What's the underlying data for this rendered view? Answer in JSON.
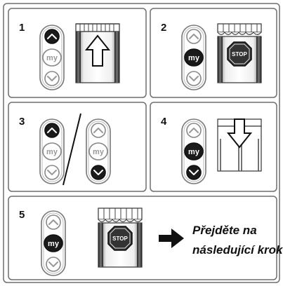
{
  "steps": [
    {
      "number": "1",
      "pressed_buttons": [
        "up"
      ],
      "icons": [
        "remote-control",
        "awning-arrow-up"
      ]
    },
    {
      "number": "2",
      "pressed_buttons": [
        "my"
      ],
      "icons": [
        "remote-control",
        "awning-stop-sign"
      ]
    },
    {
      "number": "3",
      "pressed_buttons": [
        "up",
        "down"
      ],
      "icons": [
        "remote-control",
        "slash-divider",
        "remote-control"
      ]
    },
    {
      "number": "4",
      "pressed_buttons": [
        "my",
        "down"
      ],
      "icons": [
        "remote-control",
        "awning-arrow-down"
      ]
    },
    {
      "number": "5",
      "pressed_buttons": [
        "my"
      ],
      "icons": [
        "remote-control",
        "awning-stop-sign",
        "right-arrow"
      ]
    }
  ],
  "remote_labels": {
    "my": "my"
  },
  "stop_label": "STOP",
  "caption": {
    "line1": "Přejděte na",
    "line2": "následující krok"
  },
  "colors": {
    "stroke": "#555555",
    "pressed": "#1a1a1a",
    "panel_border": "#6f6f6f",
    "light": "#d9d9d9"
  }
}
